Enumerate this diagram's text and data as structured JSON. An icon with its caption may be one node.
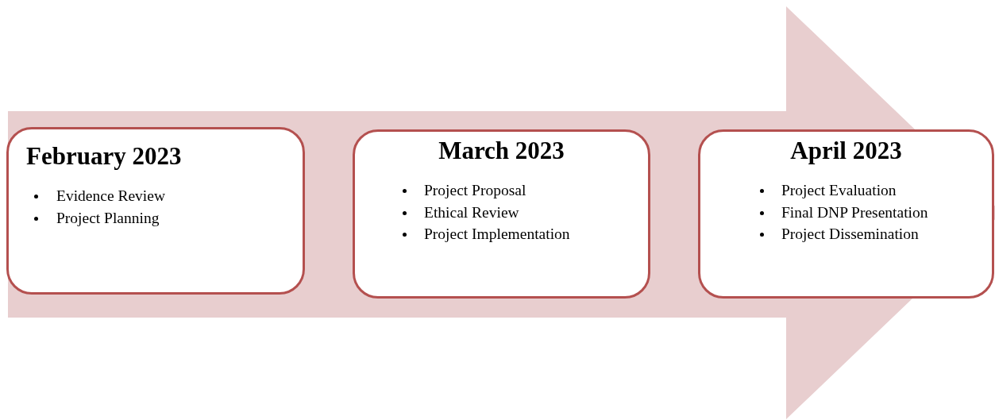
{
  "diagram": {
    "nodes": [
      {
        "text": [
          "February 2023",
          "Evidence Review",
          "Project Planning"
        ]
      },
      {
        "text": [
          "March 2023",
          "Project Proposal",
          "Ethical Review",
          "Project Implementation"
        ]
      },
      {
        "text": [
          "April 2023",
          "Project Evaluation",
          "Final DNP Presentation",
          "Project Dissemination"
        ]
      }
    ],
    "edges": [
      {
        "from": 0,
        "to": 2,
        "arrow": "to"
      }
    ]
  }
}
